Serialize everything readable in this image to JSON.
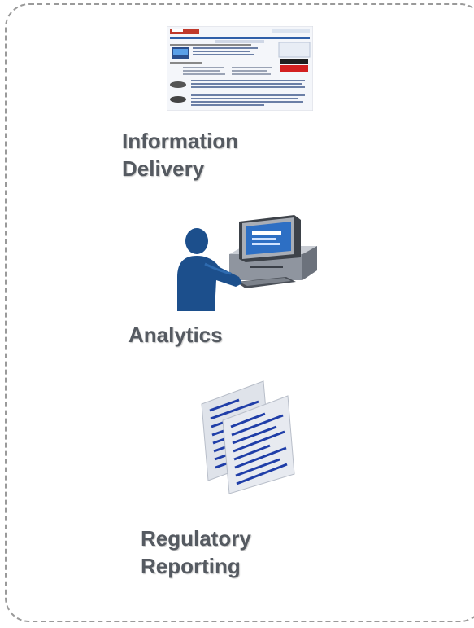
{
  "sections": [
    {
      "id": "information-delivery",
      "lines": [
        "Information",
        "Delivery"
      ]
    },
    {
      "id": "analytics",
      "lines": [
        "Analytics"
      ]
    },
    {
      "id": "regulatory-reporting",
      "lines": [
        "Regulatory",
        "Reporting"
      ]
    }
  ],
  "icons": {
    "section_1": "web-page-screenshot-icon",
    "section_2": "person-at-computer-icon",
    "section_3": "report-documents-icon"
  },
  "colors": {
    "label_text": "#555a61",
    "frame_border": "#9a9a9a",
    "document_lines": "#1f3ea8",
    "monitor_screen": "#2d6fc4",
    "person": "#1c4f8c"
  }
}
